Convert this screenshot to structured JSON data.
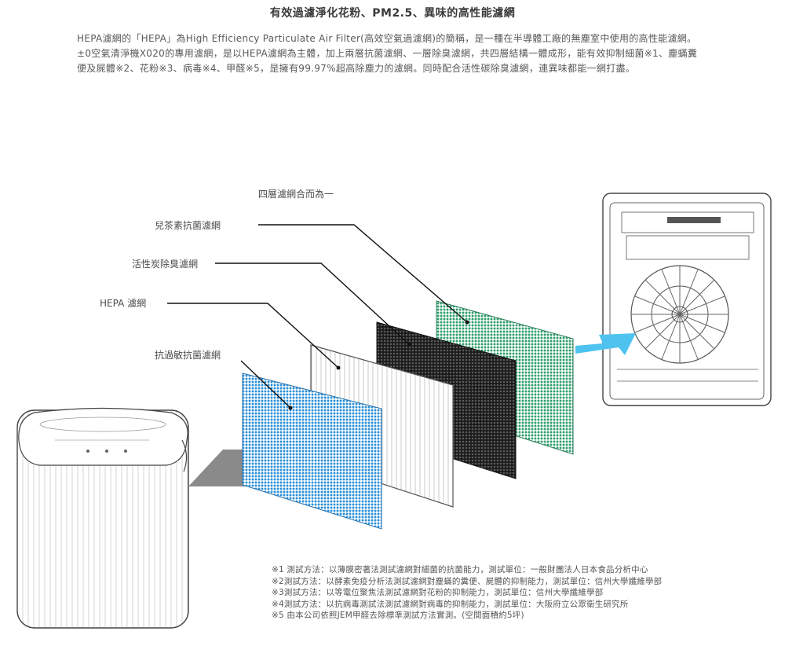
{
  "title": "有效過濾淨化花粉、PM2.5、異味的高性能濾網",
  "intro": "HEPA濾網的「HEPA」為High Efficiency Particulate Air Filter(高效空氣過濾網)的簡稱，是一種在半導體工廠的無塵室中使用的高性能濾網。±0空氣清淨機X020的專用濾網，是以HEPA濾網為主體，加上兩層抗菌濾網、一層除臭濾網，共四層結構一體成形，能有效抑制細菌※1、塵蟎糞便及屍體※2、花粉※3、病毒※4、甲醛※5，是擁有99.97%超高除塵力的濾網。同時配合活性碳除臭濾網，連異味都能一網打盡。",
  "diagram": {
    "heading": "四層濾網合而為一",
    "layers": [
      {
        "label": "兒茶素抗菌濾網",
        "color": "#2e9e6a"
      },
      {
        "label": "活性炭除臭濾網",
        "color": "#262626"
      },
      {
        "label": "HEPA 濾網",
        "color": "#f7f7f7"
      },
      {
        "label": "抗過敏抗菌濾網",
        "color": "#2b8fd6"
      }
    ],
    "airflow_color": "#4fc3f0",
    "intake_color": "#8a8a8a"
  },
  "notes": [
    "※1 測試方法：以薄膜密著法測試濾網對細菌的抗菌能力，測試單位：一般財團法人日本食品分析中心",
    "※2測試方法：以酵素免疫分析法測試濾網對塵蟎的糞便、屍體的抑制能力，測試單位：信州大學纖維學部",
    "※3測試方法：以等電位聚焦法測試濾網對花粉的抑制能力，測試單位：信州大學纖維學部",
    "※4測試方法：以抗病毒測試法測試濾網對病毒的抑制能力，測試單位：大阪府立公眾衛生研究所",
    "※5 由本公司依照JEM甲醛去除標準測試方法實測。(空間面積約5坪)"
  ]
}
